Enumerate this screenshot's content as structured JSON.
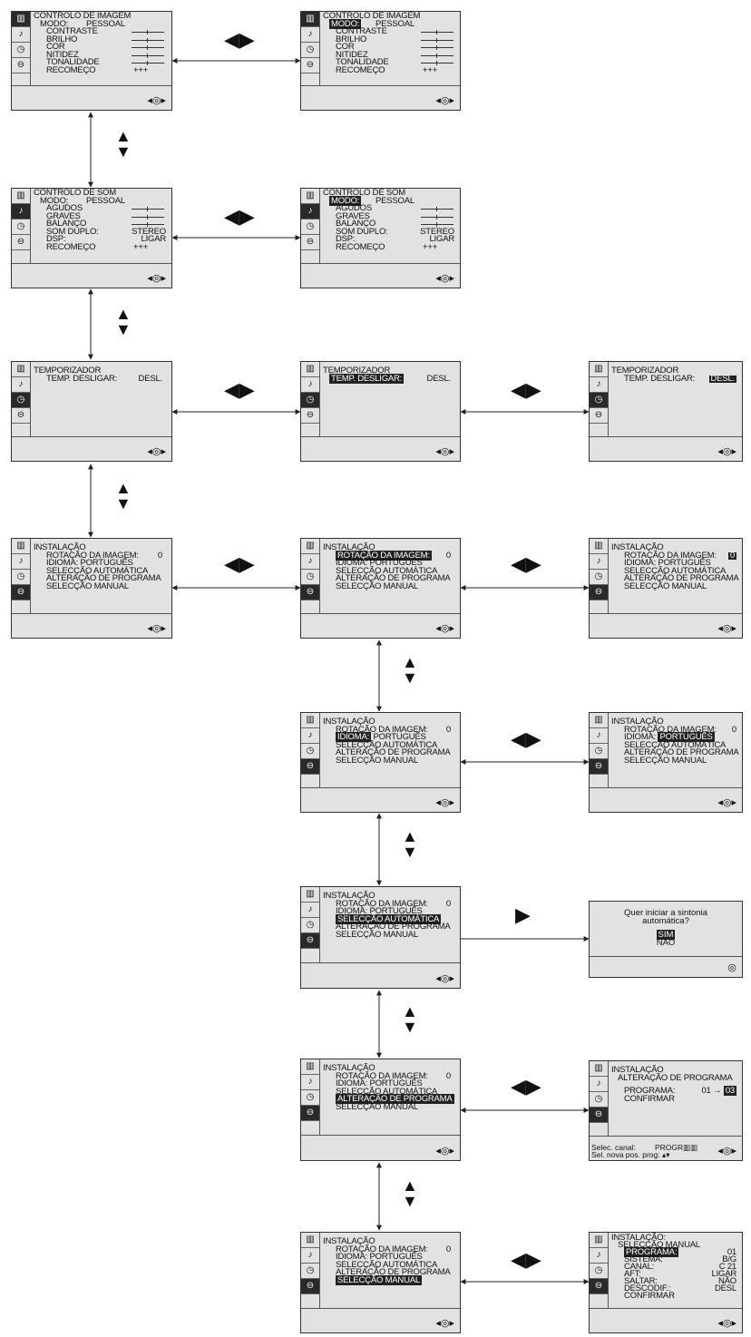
{
  "screens": {
    "s1": {
      "title": "CONTROLO DE IMAGEM",
      "r0": "MODO:",
      "r0v": "PESSOAL",
      "r1": "CONTRASTE",
      "r2": "BRILHO",
      "r3": "COR",
      "r4": "NITIDEZ",
      "r5": "TONALIDADE",
      "r6": "RECOMEÇO",
      "r6v": "+++"
    },
    "s2": {
      "title": "CONTROLO DE IMAGEM",
      "r0": "MODO:",
      "r0v": "PESSOAL",
      "r1": "CONTRASTE",
      "r2": "BRILHO",
      "r3": "COR",
      "r4": "NITIDEZ",
      "r5": "TONALIDADE",
      "r6": "RECOMEÇO",
      "r6v": "+++"
    },
    "s3": {
      "title": "CONTROLO DE SOM",
      "r0": "MODO:",
      "r0v": "PESSOAL",
      "r1": "AGUDOS",
      "r2": "GRAVES",
      "r3": "BALANÇO",
      "r4": "SOM DUPLO:",
      "r4v": "STEREO",
      "r5": "DSP:",
      "r5v": "LIGAR",
      "r6": "RECOMEÇO",
      "r6v": "+++"
    },
    "s4": {
      "title": "CONTROLO DE SOM",
      "r0": "MODO:",
      "r0v": "PESSOAL",
      "r1": "AGUDOS",
      "r2": "GRAVES",
      "r3": "BALANÇO",
      "r4": "SOM DUPLO:",
      "r4v": "STEREO",
      "r5": "DSP:",
      "r5v": "LIGAR",
      "r6": "RECOMEÇO",
      "r6v": "+++"
    },
    "s5": {
      "title": "TEMPORIZADOR",
      "r0": "TEMP. DESLIGAR:",
      "r0v": "DESL."
    },
    "s6": {
      "title": "TEMPORIZADOR",
      "r0": "TEMP. DESLIGAR:",
      "r0v": "DESL."
    },
    "s7": {
      "title": "TEMPORIZADOR",
      "r0": "TEMP. DESLIGAR:",
      "r0v": "DESL."
    },
    "s8": {
      "title": "INSTALAÇÃO",
      "r0": "ROTAÇÃO DA IMAGEM:",
      "r0v": "0",
      "r1": "IDIOMA:",
      "r1v": "PORTUGUÊS",
      "r2": "SELECÇÃO AUTOMÁTICA",
      "r3": "ALTERAÇÃO DE PROGRAMA",
      "r4": "SELECÇÃO MANUAL"
    },
    "s9": {
      "title": "INSTALAÇÃO",
      "r0": "ROTAÇÃO DA IMAGEM:",
      "r0v": "0",
      "r1": "IDIOMA:",
      "r1v": "PORTUGUÊS",
      "r2": "SELECÇÃO AUTOMÁTICA",
      "r3": "ALTERAÇÃO DE PROGRAMA",
      "r4": "SELECÇÃO MANUAL"
    },
    "s10": {
      "title": "INSTALAÇÃO",
      "r0": "ROTAÇÃO DA IMAGEM:",
      "r0v": "0",
      "r1": "IDIOMA:",
      "r1v": "PORTUGUÊS",
      "r2": "SELECÇÃO AUTOMÁTICA",
      "r3": "ALTERAÇÃO DE PROGRAMA",
      "r4": "SELECÇÃO MANUAL"
    },
    "s11": {
      "title": "INSTALAÇÃO",
      "r0": "ROTAÇÃO DA IMAGEM:",
      "r0v": "0",
      "r1": "IDIOMA:",
      "r1v": "PORTUGUÊS",
      "r2": "SELECÇÃO AUTOMÁTICA",
      "r3": "ALTERAÇÃO DE PROGRAMA",
      "r4": "SELECÇÃO MANUAL"
    },
    "s12": {
      "title": "INSTALAÇÃO",
      "r0": "ROTAÇÃO DA IMAGEM:",
      "r0v": "0",
      "r1": "IDIOMA:",
      "r1v": "PORTUGUÊS",
      "r2": "SELECÇÃO AUTOMÁTICA",
      "r3": "ALTERAÇÃO DE PROGRAMA",
      "r4": "SELECÇÃO MANUAL"
    },
    "s13": {
      "title": "INSTALAÇÃO",
      "r0": "ROTAÇÃO DA IMAGEM:",
      "r0v": "0",
      "r1": "IDIOMA:",
      "r1v": "PORTUGUÊS",
      "r2": "SELECÇÃO AUTOMÁTICA",
      "r3": "ALTERAÇÃO DE PROGRAMA",
      "r4": "SELECÇÃO MANUAL"
    },
    "s14": {
      "question": "Quer iniciar a sintonia automática?",
      "yes": "SIM",
      "no": "NÃO"
    },
    "s15": {
      "title": "INSTALAÇÃO",
      "r0": "ROTAÇÃO DA IMAGEM:",
      "r0v": "0",
      "r1": "IDIOMA:",
      "r1v": "PORTUGUÊS",
      "r2": "SELECÇÃO AUTOMÁTICA",
      "r3": "ALTERAÇÃO DE PROGRAMA",
      "r4": "SELECÇÃO MANUAL"
    },
    "s16": {
      "title": "INSTALAÇÃO",
      "sub": "ALTERAÇÃO DE PROGRAMA",
      "r0": "PROGRAMA:",
      "r0v": "01",
      "r0arrow": "→",
      "r0v2": "03",
      "r1": "CONFIRMAR",
      "f1": "Selec. canal:",
      "f1v": "PROGR",
      "f2": "Sel. nova pos. prog:"
    },
    "s17": {
      "title": "INSTALAÇÃO",
      "r0": "ROTAÇÃO DA IMAGEM:",
      "r0v": "0",
      "r1": "IDIOMA:",
      "r1v": "PORTUGUÊS",
      "r2": "SELECÇÃO AUTOMÁTICA",
      "r3": "ALTERAÇÃO DE PROGRAMA",
      "r4": "SELECÇÃO MANUAL"
    },
    "s18": {
      "title": "INSTALAÇÃO:",
      "sub": "SELECÇÃO MANUAL",
      "r0": "PROGRAMA:",
      "r0v": "01",
      "r1": "SISTEMA:",
      "r1v": "B/G",
      "r2": "CANAL:",
      "r2v": "C 21",
      "r3": "AFT:",
      "r3v": "LIGAR",
      "r4": "SALTAR:",
      "r4v": "NÃO",
      "r5": "DESCODIF.:",
      "r5v": "DESL",
      "r6": "CONFIRMAR"
    }
  },
  "icons": [
    "picture-icon",
    "sound-icon",
    "timer-icon",
    "install-icon"
  ],
  "footer_icon": "navigation-pad-icon"
}
